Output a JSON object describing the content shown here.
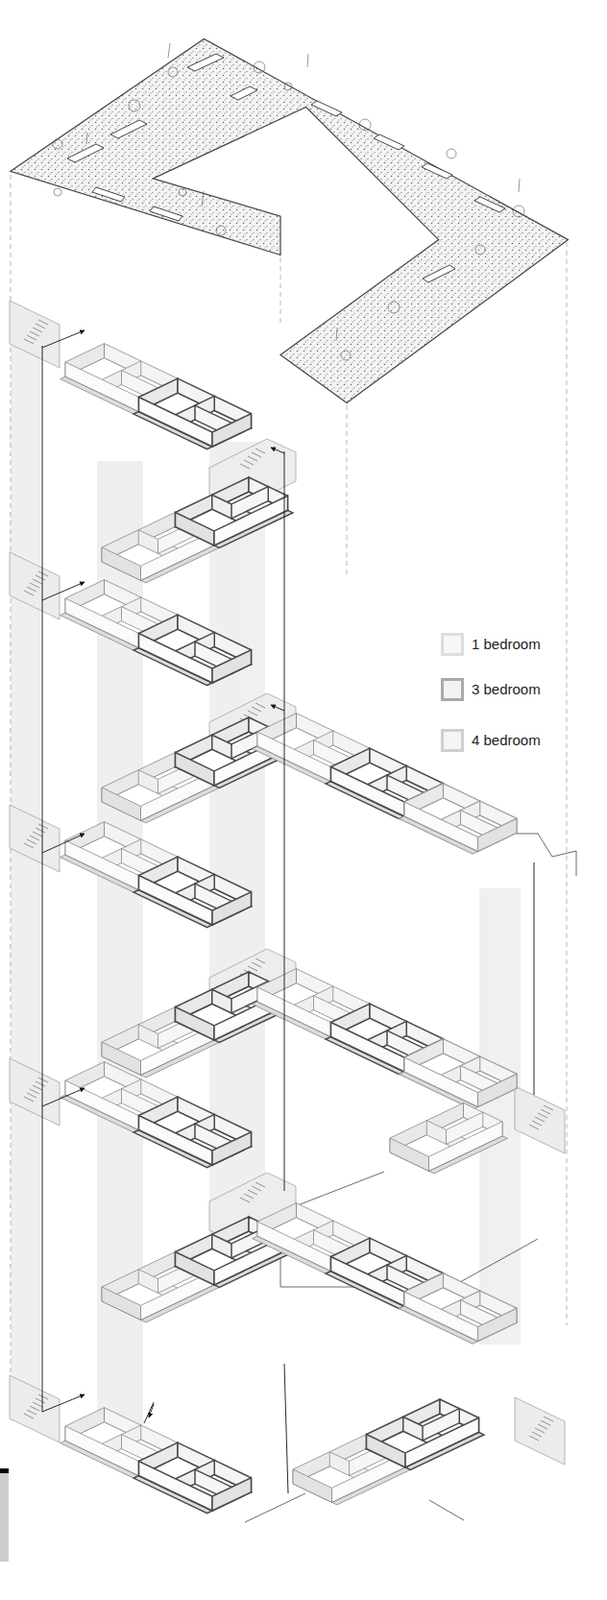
{
  "diagram": {
    "legend": [
      {
        "text": "1 bedroom"
      },
      {
        "text": "3 bedroom"
      },
      {
        "text": "4 bedroom"
      }
    ]
  }
}
